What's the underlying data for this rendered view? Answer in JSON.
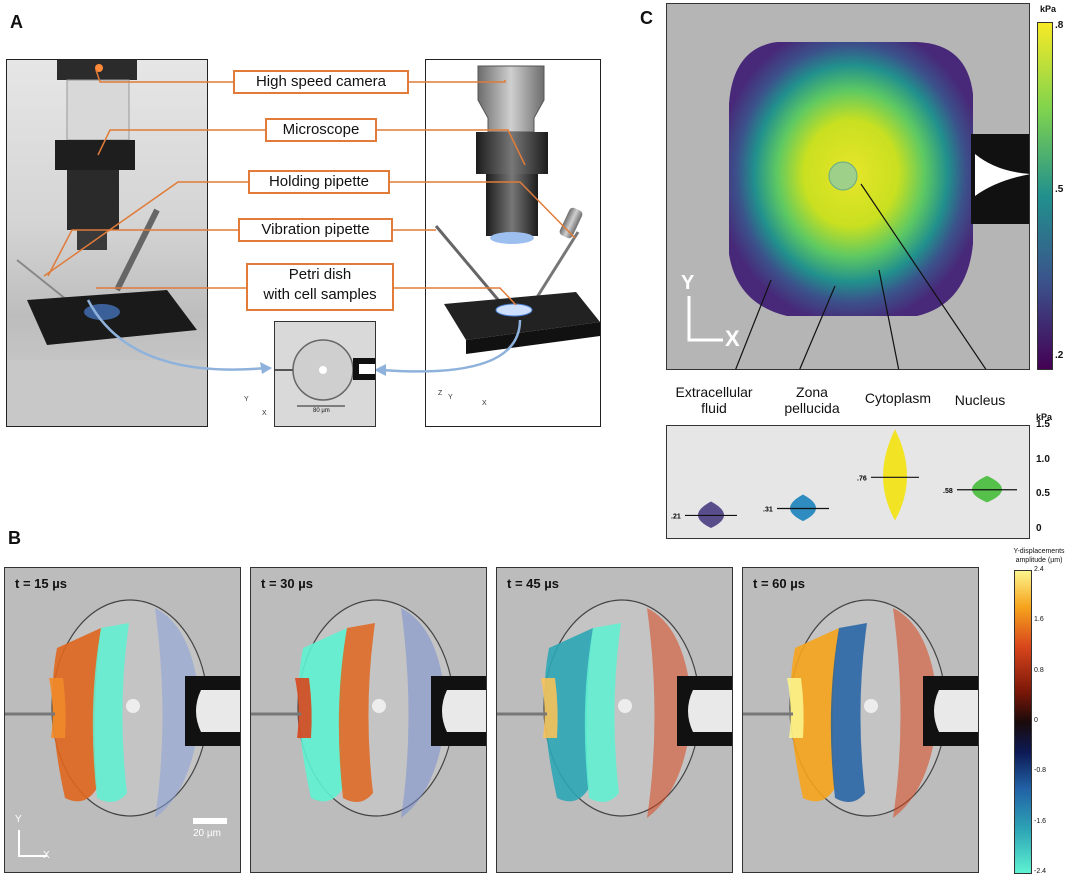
{
  "panels": {
    "a": "A",
    "b": "B",
    "c": "C"
  },
  "panel_a": {
    "labels": {
      "camera": "High speed camera",
      "microscope": "Microscope",
      "holding": "Holding pipette",
      "vibration": "Vibration pipette",
      "petri_line1": "Petri dish",
      "petri_line2": "with cell samples"
    },
    "scalebar": "80 µm",
    "axes": {
      "x": "X",
      "y": "Y",
      "z": "Z"
    },
    "colors": {
      "accent": "#e07b39",
      "arrow": "#8fb2dc"
    }
  },
  "panel_b": {
    "frames": [
      {
        "label": "t = 15 µs"
      },
      {
        "label": "t = 30 µs"
      },
      {
        "label": "t = 45 µs"
      },
      {
        "label": "t = 60 µs"
      }
    ],
    "scalebar": "20 µm",
    "axes": {
      "x": "X",
      "y": "Y"
    },
    "colorbar": {
      "title_line1": "Y-displacements",
      "title_line2": "amplitude (µm)",
      "ticks": [
        "2.4",
        "1.6",
        "0.8",
        "0",
        "-0.8",
        "-1.6",
        "-2.4"
      ]
    }
  },
  "panel_c": {
    "axes": {
      "x": "X",
      "y": "Y"
    },
    "colorbar": {
      "unit": "kPa",
      "ticks": [
        ".8",
        ".5",
        ".2"
      ]
    },
    "regions": [
      {
        "line1": "Extracellular",
        "line2": "fluid"
      },
      {
        "line1": "Zona",
        "line2": "pellucida"
      },
      {
        "line1": "Cytoplasm",
        "line2": ""
      },
      {
        "line1": "Nucleus",
        "line2": ""
      }
    ],
    "violin_axis": {
      "unit": "kPa",
      "ticks": [
        "1.5",
        "1.0",
        "0.5",
        "0"
      ]
    },
    "medians": [
      {
        "label": ".21",
        "value": 0.21,
        "color": "#5a4d8c"
      },
      {
        "label": ".31",
        "value": 0.31,
        "color": "#2f8cc0"
      },
      {
        "label": ".76",
        "value": 0.76,
        "color": "#f2e325"
      },
      {
        "label": ".58",
        "value": 0.58,
        "color": "#55c04a"
      }
    ]
  }
}
